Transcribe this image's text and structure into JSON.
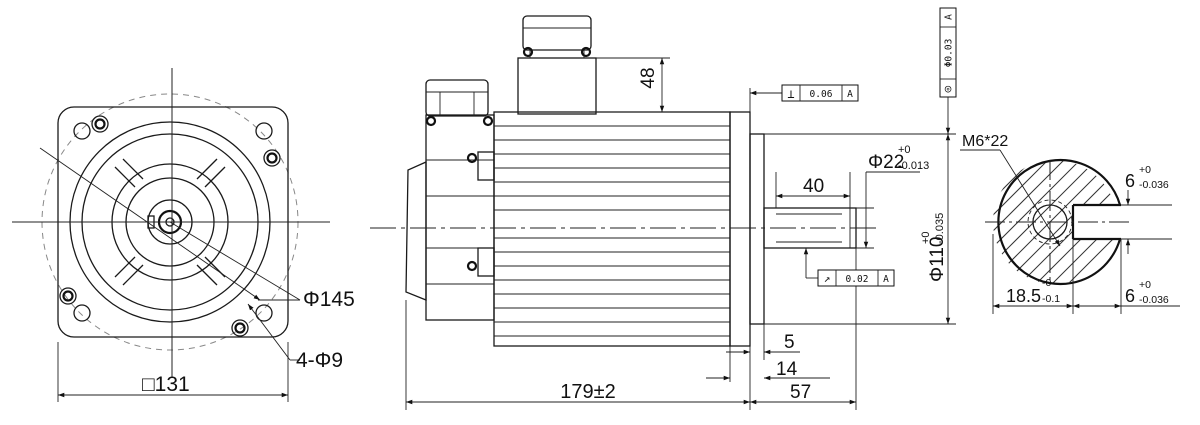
{
  "front_view": {
    "bolt_circle": "Φ145",
    "holes": "4-Φ9",
    "flange_square": "□131"
  },
  "side_view": {
    "connector_height": "48",
    "shaft_length": "40",
    "shaft_dia_base": "Φ22",
    "shaft_dia_upper": "+0",
    "shaft_dia_lower": "-0.013",
    "pilot_dia_base": "Φ110",
    "pilot_dia_upper": "+0",
    "pilot_dia_lower": "-0.035",
    "flange_thickness": "5",
    "pilot_length": "14",
    "shaft_extension": "57",
    "body_length": "179±2",
    "fc_perpendicularity": {
      "symbol": "⊥",
      "value": "0.06",
      "datum": "A"
    },
    "fc_concentricity": {
      "symbol": "◎",
      "value": "Φ0.03",
      "datum": "A"
    },
    "fc_runout": {
      "symbol": "↗",
      "value": "0.02",
      "datum": "A"
    }
  },
  "section_view": {
    "thread": "M6*22",
    "key_width_base": "6",
    "key_width_upper": "+0",
    "key_width_lower": "-0.036",
    "key_depth_base": "18.5",
    "key_depth_upper": "-0",
    "key_depth_lower": "-0.1",
    "key_width2_base": "6",
    "key_width2_upper": "+0",
    "key_width2_lower": "-0.036"
  }
}
